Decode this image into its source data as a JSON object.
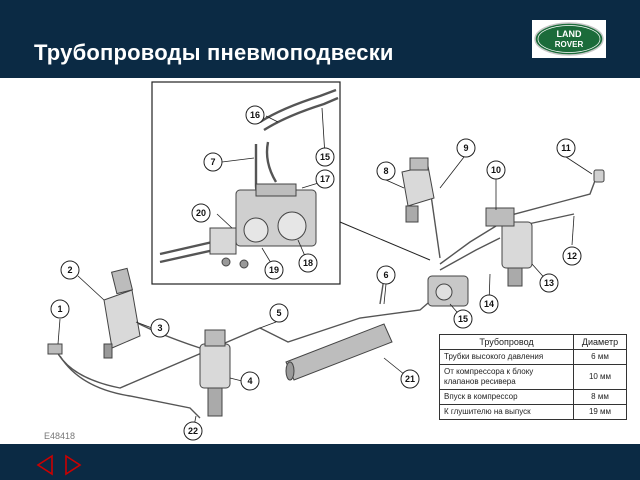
{
  "slide": {
    "title": "Трубопроводы пневмоподвески",
    "figure_ref": "E48418",
    "logo_text": [
      "LAND",
      "ROVER"
    ]
  },
  "callouts": [
    "1",
    "2",
    "3",
    "4",
    "5",
    "6",
    "7",
    "8",
    "9",
    "10",
    "11",
    "12",
    "13",
    "14",
    "15",
    "16",
    "17",
    "18",
    "19",
    "20",
    "21",
    "22"
  ],
  "table": {
    "headers": [
      "Трубопровод",
      "Диаметр"
    ],
    "rows": [
      [
        "Трубки высокого давления",
        "6 мм"
      ],
      [
        "От компрессора к блоку клапанов ресивера",
        "10 мм"
      ],
      [
        "Впуск в компрессор",
        "8 мм"
      ],
      [
        "К глушителю на выпуск",
        "19 мм"
      ]
    ]
  },
  "nav": {
    "prev_icon": "triangle-left-icon",
    "next_icon": "triangle-right-icon"
  },
  "colors": {
    "bar": "#0b2a44",
    "logo_green": "#1b6b3a",
    "nav_red": "#cc0000"
  }
}
